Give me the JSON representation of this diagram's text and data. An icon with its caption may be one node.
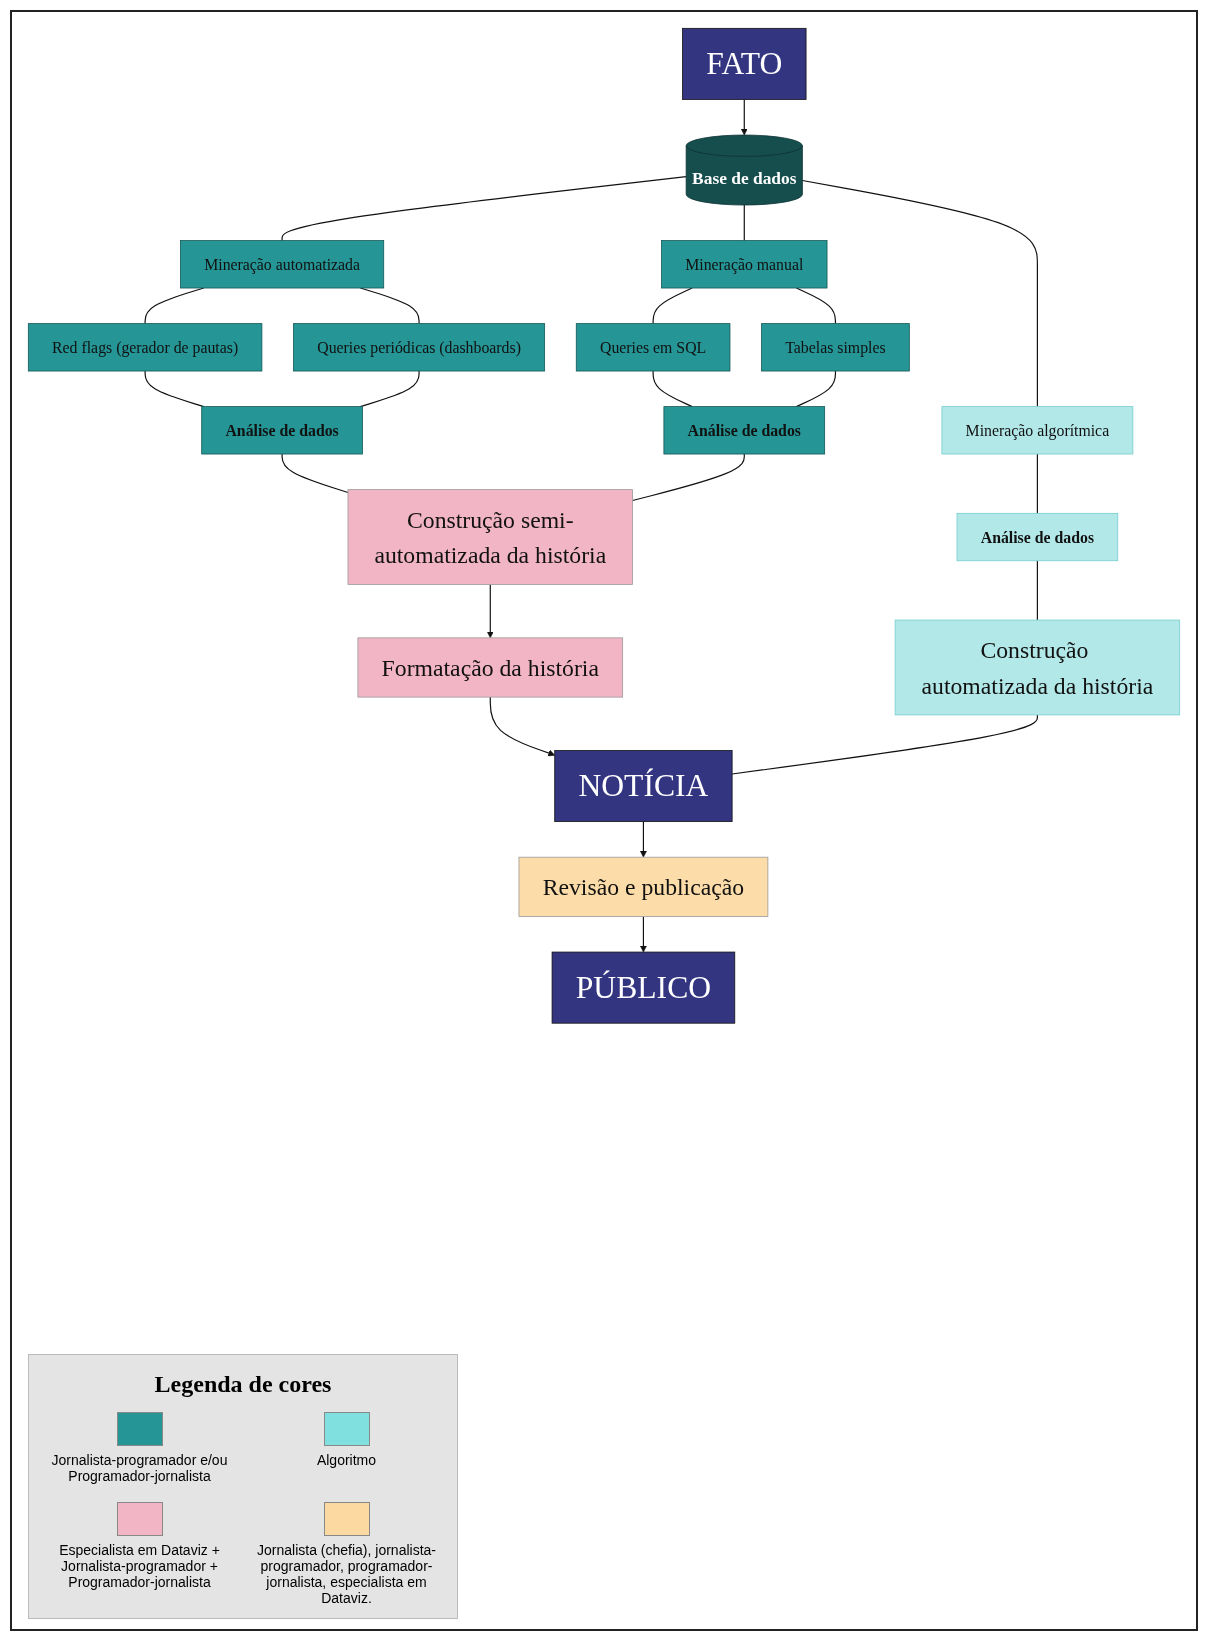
{
  "diagram": {
    "nodes": [
      {
        "text": [
          "FATO"
        ]
      },
      {
        "text": [
          "Base de dados"
        ]
      },
      {
        "text": [
          "Mineração automatizada"
        ]
      },
      {
        "text": [
          "Mineração algorítmica"
        ]
      },
      {
        "text": [
          "Red flags (gerador de pautas)"
        ]
      },
      {
        "text": [
          "Queries periódicas (dashboards)"
        ]
      },
      {
        "text": [
          "Análise de dados"
        ]
      },
      {
        "text": [
          "Mineração manual"
        ]
      },
      {
        "text": [
          "Queries em SQL"
        ]
      },
      {
        "text": [
          "Tabelas simples"
        ]
      },
      {
        "text": [
          "Análise de dados"
        ]
      },
      {
        "text": [
          "Análise de dados"
        ]
      },
      {
        "text": [
          "Construção automatizada da história"
        ]
      },
      {
        "text": [
          "Construção semi-automatizada da história"
        ]
      },
      {
        "text": [
          "Formatação da história"
        ]
      },
      {
        "text": [
          "NOTÍCIA"
        ]
      },
      {
        "text": [
          "Revisão e publicação"
        ]
      },
      {
        "text": [
          "PÚBLICO"
        ]
      }
    ],
    "edges": [
      {
        "from": 0,
        "to": 1,
        "arrow": "to"
      },
      {
        "from": 1,
        "to": 2,
        "arrow": "none"
      },
      {
        "from": 1,
        "to": 3,
        "arrow": "none"
      },
      {
        "from": 2,
        "to": 4,
        "arrow": "none"
      },
      {
        "from": 2,
        "to": 5,
        "arrow": "none"
      },
      {
        "from": 4,
        "to": 6,
        "arrow": "none"
      },
      {
        "from": 5,
        "to": 6,
        "arrow": "none"
      },
      {
        "from": 1,
        "to": 7,
        "arrow": "none"
      },
      {
        "from": 7,
        "to": 8,
        "arrow": "none"
      },
      {
        "from": 7,
        "to": 9,
        "arrow": "none"
      },
      {
        "from": 8,
        "to": 10,
        "arrow": "none"
      },
      {
        "from": 9,
        "to": 10,
        "arrow": "none"
      },
      {
        "from": 3,
        "to": 11,
        "arrow": "none"
      },
      {
        "from": 11,
        "to": 12,
        "arrow": "none"
      },
      {
        "from": 6,
        "to": 13,
        "arrow": "none"
      },
      {
        "from": 10,
        "to": 13,
        "arrow": "none"
      },
      {
        "from": 13,
        "to": 14,
        "arrow": "to"
      },
      {
        "from": 14,
        "to": 15,
        "arrow": "to"
      },
      {
        "from": 12,
        "to": 15,
        "arrow": "none"
      },
      {
        "from": 15,
        "to": 16,
        "arrow": "to"
      },
      {
        "from": 16,
        "to": 17,
        "arrow": "to"
      }
    ],
    "labels": [
      "Legenda de cores"
    ],
    "legend": [
      {
        "text": "Jornalista-programador e/ou Programador-jornalista",
        "color": "#259595"
      },
      {
        "text": "Algoritmo",
        "color": "#80e0e0"
      },
      {
        "text": "Especialista em Dataviz + Jornalista-programador + Programador-jornalista",
        "color": "#f2b5c6"
      },
      {
        "text": "Jornalista (chefia), jornalista-programador, programador-jornalista, especialista em Dataviz.",
        "color": "#fcd9a0"
      }
    ]
  }
}
